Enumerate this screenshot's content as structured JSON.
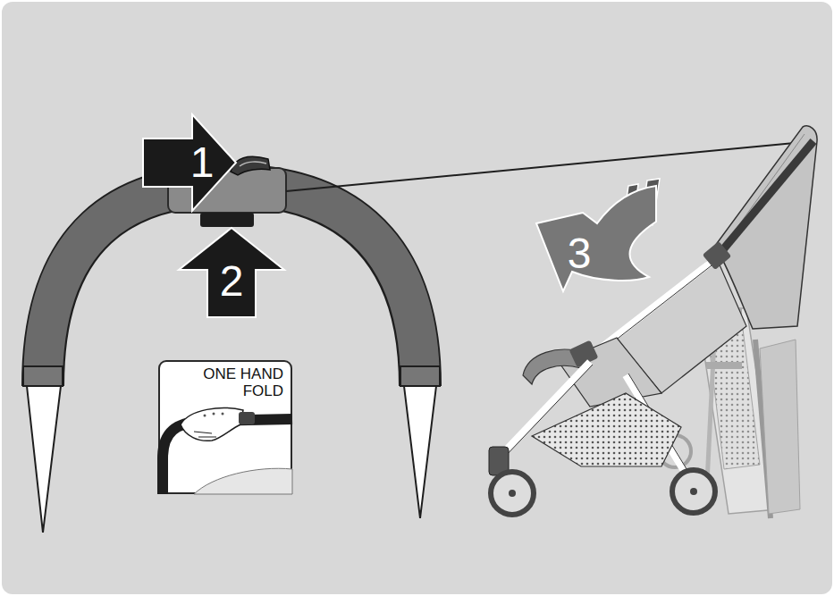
{
  "diagram": {
    "nodes": [
      {
        "text": [
          "1"
        ]
      },
      {
        "text": [
          "2"
        ]
      },
      {
        "text": [
          "3"
        ]
      },
      {
        "text": [
          "ONE HAND FOLD"
        ]
      }
    ]
  }
}
